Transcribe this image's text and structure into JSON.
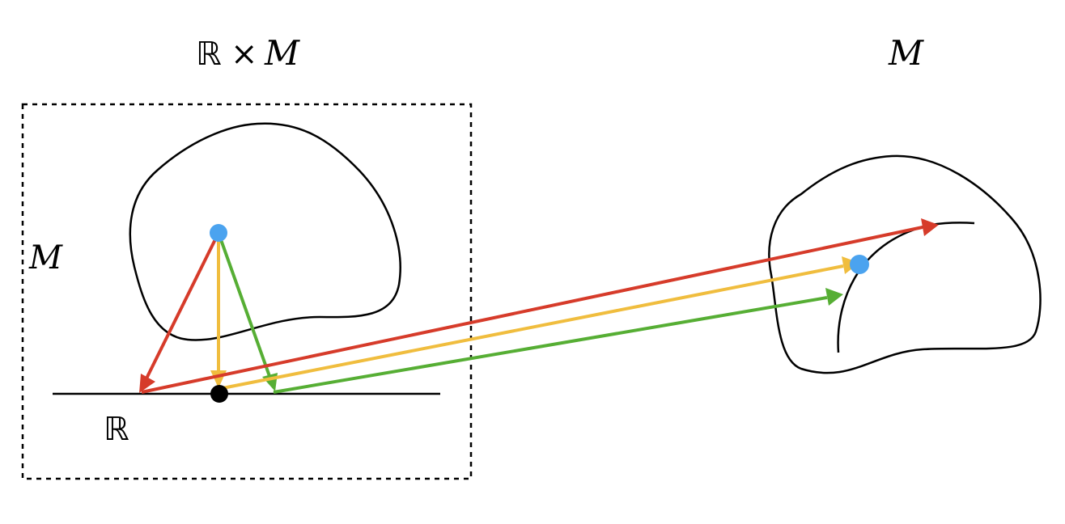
{
  "labels": {
    "product_title_bb": "ℝ",
    "product_title_times": "×",
    "product_title_m": "M",
    "target_title": "M",
    "fiber_label": "M",
    "base_label": "ℝ"
  },
  "colors": {
    "red_arrow": "#d63b2a",
    "yellow_arrow": "#f0bd3e",
    "green_arrow": "#56ae34",
    "blue_point": "#4ba3ef",
    "black_point": "#000000",
    "outline": "#000000"
  }
}
